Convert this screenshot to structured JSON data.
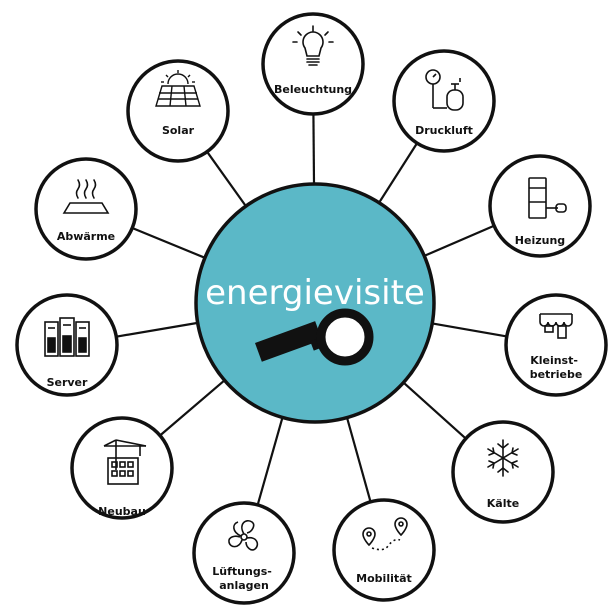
{
  "center": {
    "title": "energievisite",
    "fill_color": "#5bb8c7",
    "icon": "magnifying-glass-icon"
  },
  "colors": {
    "stroke": "#111111",
    "node_fill": "#ffffff",
    "text": "#111111"
  },
  "nodes": [
    {
      "id": "beleuchtung",
      "lines": [
        "Beleuchtung"
      ],
      "icon": "light-bulb-icon"
    },
    {
      "id": "druckluft",
      "lines": [
        "Druckluft"
      ],
      "icon": "compressed-air-icon"
    },
    {
      "id": "heizung",
      "lines": [
        "Heizung"
      ],
      "icon": "heating-boiler-icon"
    },
    {
      "id": "kleinstbetriebe",
      "lines": [
        "Kleinst-",
        "betriebe"
      ],
      "icon": "shop-awning-icon"
    },
    {
      "id": "kaelte",
      "lines": [
        "Kälte"
      ],
      "icon": "snowflake-icon"
    },
    {
      "id": "mobilitaet",
      "lines": [
        "Mobilität"
      ],
      "icon": "route-pins-icon"
    },
    {
      "id": "lueftungsanlagen",
      "lines": [
        "Lüftungs-",
        "anlagen"
      ],
      "icon": "fan-icon"
    },
    {
      "id": "neubau",
      "lines": [
        "Neubau"
      ],
      "icon": "construction-crane-icon"
    },
    {
      "id": "server",
      "lines": [
        "Server"
      ],
      "icon": "server-rack-icon"
    },
    {
      "id": "abwaerme",
      "lines": [
        "Abwärme"
      ],
      "icon": "waste-heat-icon"
    },
    {
      "id": "solar",
      "lines": [
        "Solar"
      ],
      "icon": "solar-panel-icon"
    }
  ]
}
